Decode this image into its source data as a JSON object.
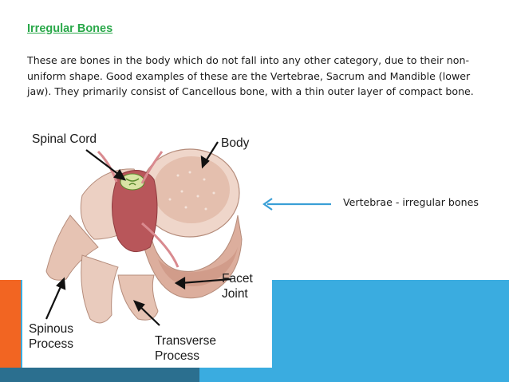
{
  "slide": {
    "title": "Irregular Bones",
    "paragraph": "These are bones in the body which do not fall into any other category, due to their non-uniform shape. Good examples of these are the Vertebrae, Sacrum and Mandible (lower jaw). They primarily consist of Cancellous bone, with a thin outer layer of compact bone.",
    "caption": "Vertebrae - irregular bones"
  },
  "figure": {
    "labels": {
      "spinal_cord": "Spinal Cord",
      "body": "Body",
      "facet_joint": "Facet\nJoint",
      "spinous_process": "Spinous\nProcess",
      "transverse_process": "Transverse\nProcess"
    }
  },
  "colors": {
    "title": "#2aa84a",
    "band_blue": "#3aace0",
    "band_orange": "#f26522",
    "band_dark": "#2b6f8f",
    "arrow": "#3a9fd6",
    "bone": "#e8c7b8"
  }
}
